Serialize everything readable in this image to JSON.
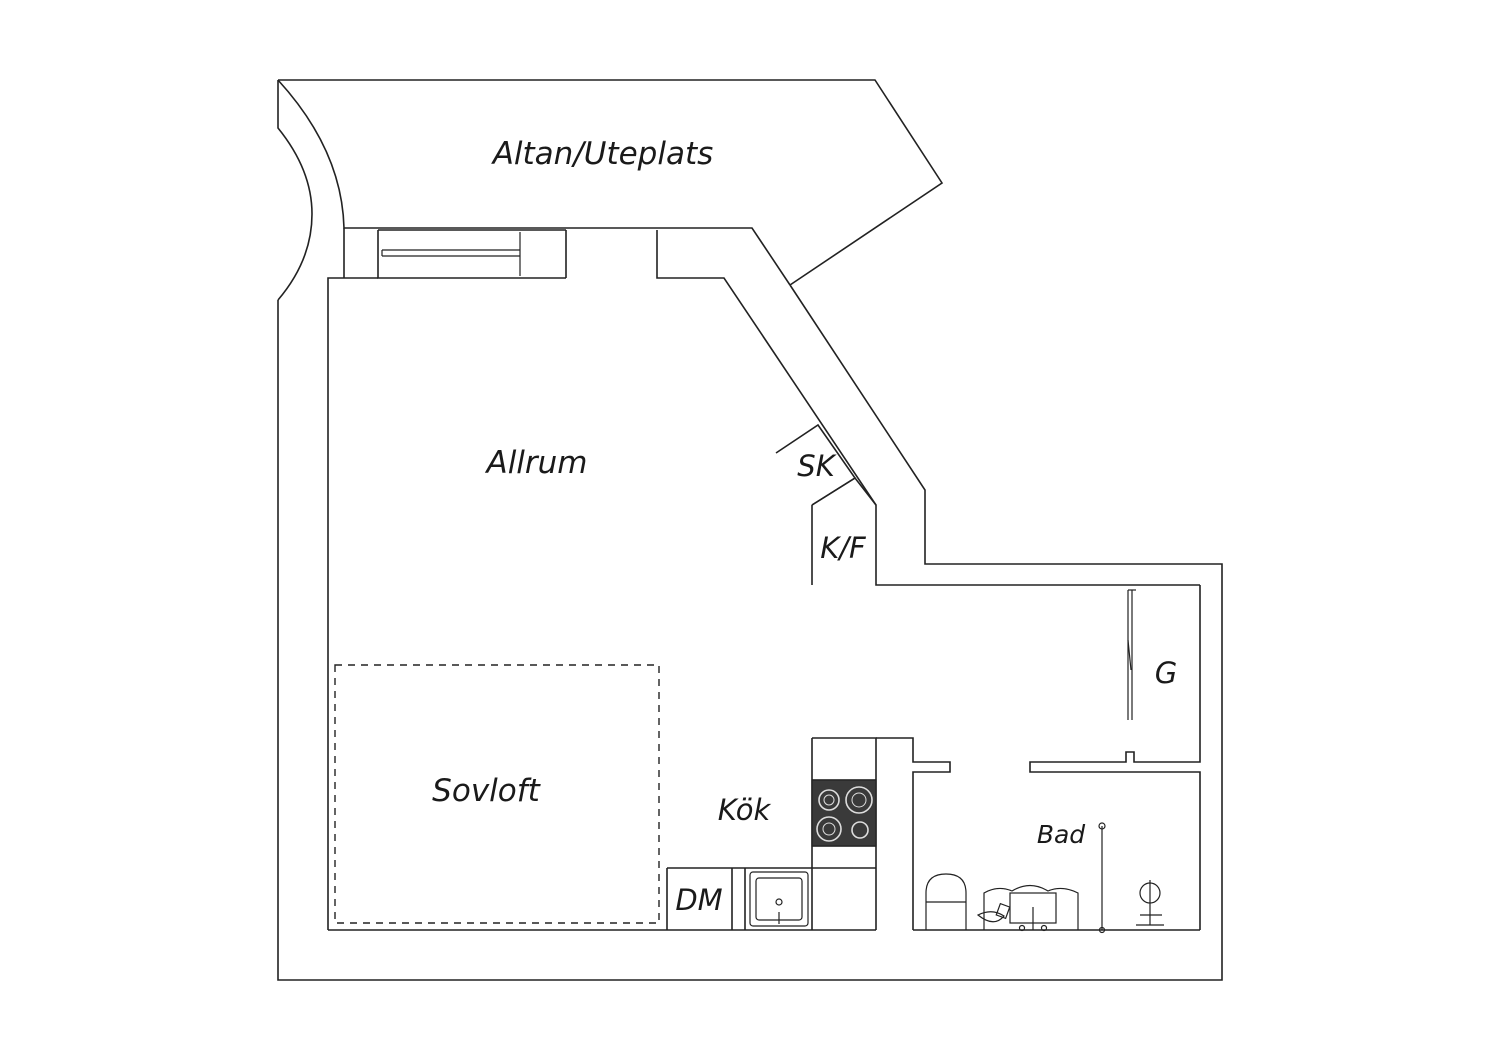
{
  "labels": {
    "terrace": "Altan/Uteplats",
    "living_room": "Allrum",
    "closet": "SK",
    "fridge_freezer": "K/F",
    "sleeping_loft": "Sovloft",
    "kitchen": "Kök",
    "dishwasher": "DM",
    "wardrobe": "G",
    "bathroom": "Bad"
  },
  "colors": {
    "line": "#222222",
    "stove_top": "#3a3a3a",
    "background": "#ffffff"
  }
}
